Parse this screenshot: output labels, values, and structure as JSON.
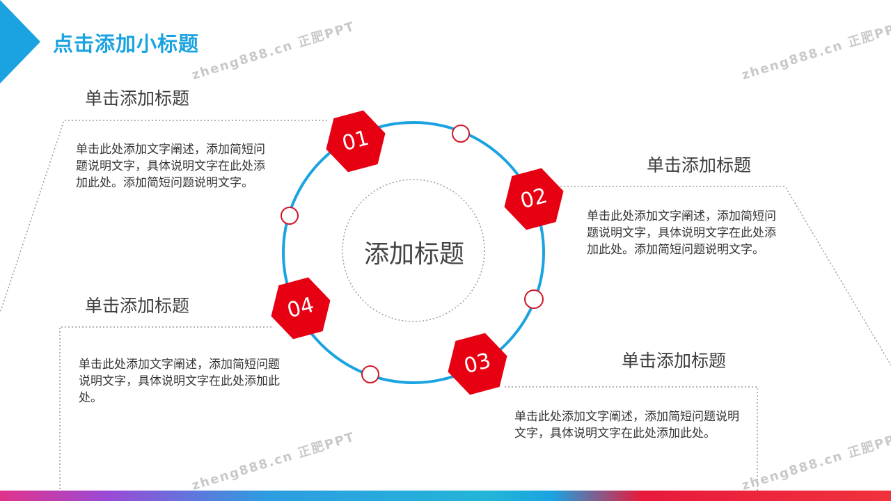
{
  "slide": {
    "subtitle": "点击添加小标题",
    "center_title": "添加标题",
    "accent_blue": "#1aa3e0",
    "accent_red": "#e60012"
  },
  "sections": [
    {
      "number": "01",
      "title": "单击添加标题",
      "text": "单击此处添加文字阐述，添加简短问题说明文字，具体说明文字在此处添加此处。添加简短问题说明文字。"
    },
    {
      "number": "02",
      "title": "单击添加标题",
      "text": "单击此处添加文字阐述，添加简短问题说明文字，具体说明文字在此处添加此处。添加简短问题说明文字。"
    },
    {
      "number": "03",
      "title": "单击添加标题",
      "text": "单击此处添加文字阐述，添加简短问题说明文字，具体说明文字在此处添加此处。"
    },
    {
      "number": "04",
      "title": "单击添加标题",
      "text": "单击此处添加文字阐述，添加简短问题说明文字，具体说明文字在此处添加此处。"
    }
  ],
  "watermark": "zheng888.cn 正肥PPT"
}
